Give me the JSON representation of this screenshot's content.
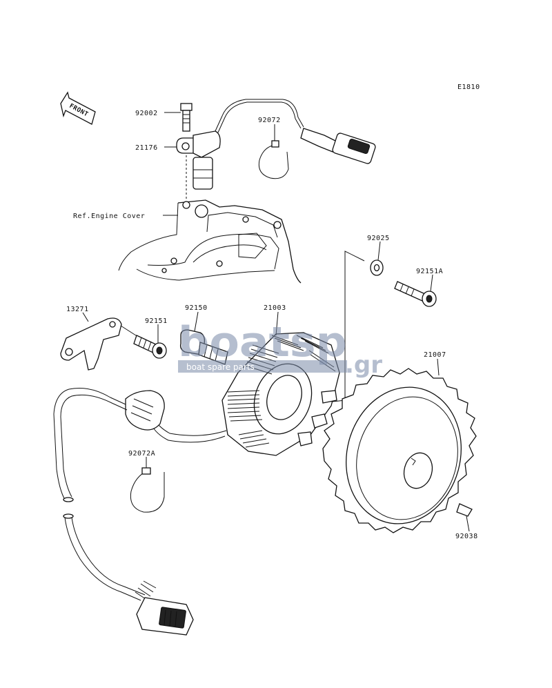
{
  "diagram_code": "E1810",
  "front_label": "FRONT",
  "ref_label": "Ref.Engine Cover",
  "parts": {
    "p92002": "92002",
    "p21176": "21176",
    "p92072": "92072",
    "p92025": "92025",
    "p92151A": "92151A",
    "p13271": "13271",
    "p92151": "92151",
    "p92150": "92150",
    "p21003": "21003",
    "p21007": "21007",
    "p92072A": "92072A",
    "p92038": "92038"
  },
  "watermark": {
    "main": "boatsp",
    "suffix": ".gr",
    "sub": "boat spare parts",
    "color": "#7a8aa8"
  }
}
